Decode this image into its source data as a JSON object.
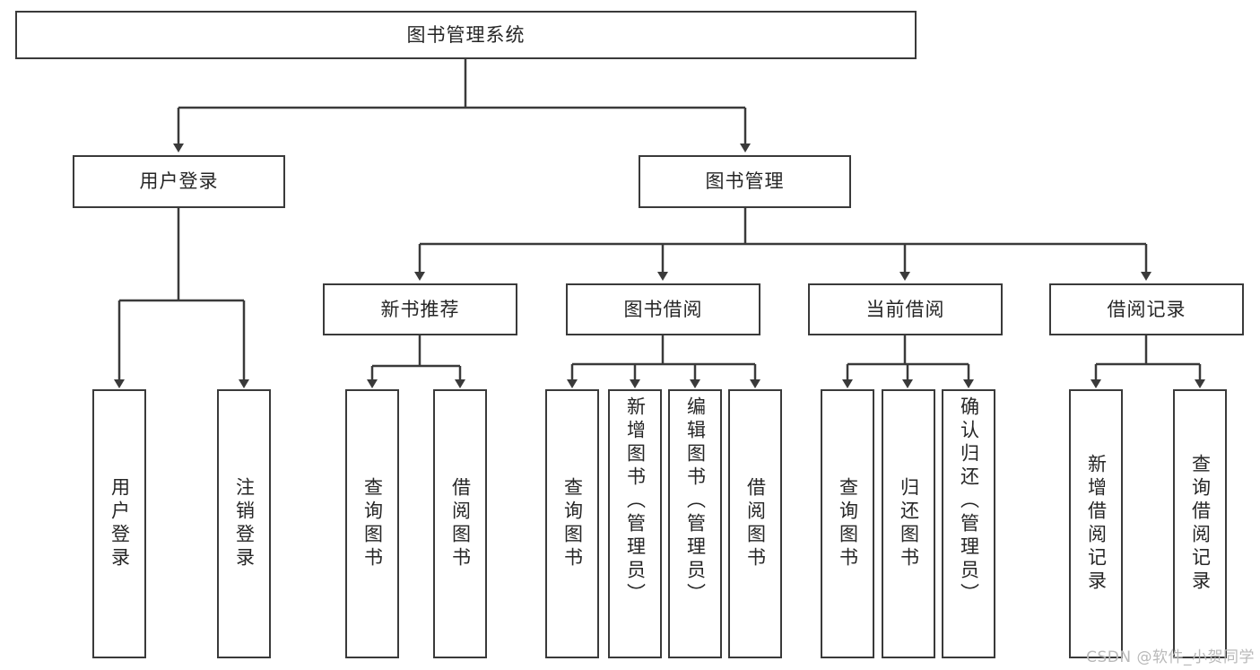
{
  "diagram": {
    "title": "图书管理系统",
    "type": "hierarchy-tree",
    "root": {
      "label": "图书管理系统"
    },
    "level1": [
      {
        "label": "用户登录"
      },
      {
        "label": "图书管理"
      }
    ],
    "level2": [
      {
        "label": "新书推荐"
      },
      {
        "label": "图书借阅"
      },
      {
        "label": "当前借阅"
      },
      {
        "label": "借阅记录"
      }
    ],
    "leaves": {
      "user_login": [
        {
          "label": "用户登录"
        },
        {
          "label": "注销登录"
        }
      ],
      "new_book_recommend": [
        {
          "label": "查询图书"
        },
        {
          "label": "借阅图书"
        }
      ],
      "book_borrow": [
        {
          "label": "查询图书"
        },
        {
          "label": "新增图书（管理员）"
        },
        {
          "label": "编辑图书（管理员）"
        },
        {
          "label": "借阅图书"
        }
      ],
      "current_borrow": [
        {
          "label": "查询图书"
        },
        {
          "label": "归还图书"
        },
        {
          "label": "确认归还（管理员）"
        }
      ],
      "borrow_records": [
        {
          "label": "新增借阅记录"
        },
        {
          "label": "查询借阅记录"
        }
      ]
    }
  },
  "watermark": {
    "text": "CSDN @软件_小贺同学"
  },
  "colors": {
    "stroke": "#3a3a3a",
    "text": "#262626",
    "background": "#ffffff",
    "watermark": "#b9b9b9"
  }
}
